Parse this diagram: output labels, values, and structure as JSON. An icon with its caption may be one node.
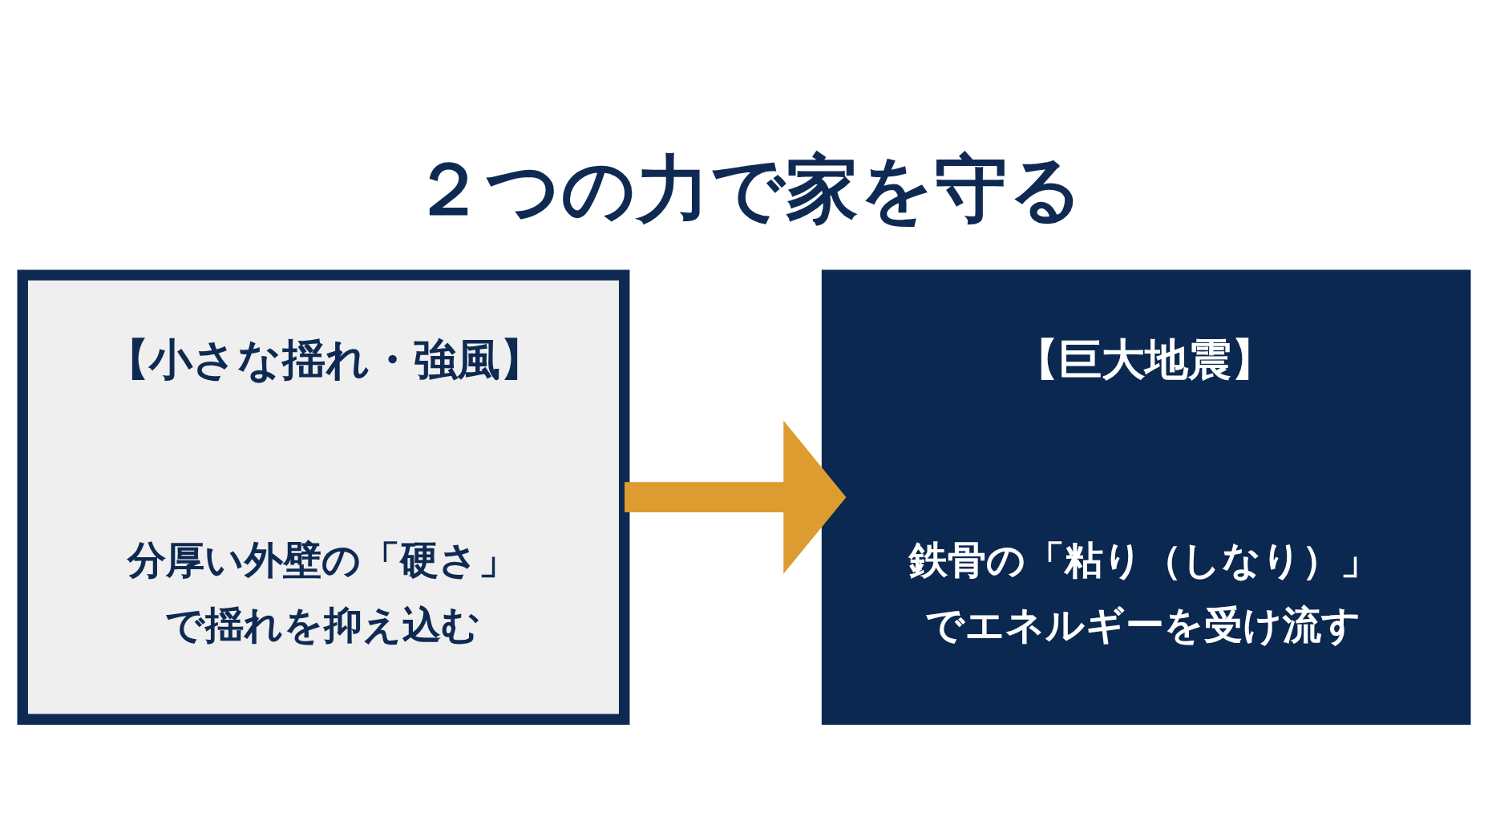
{
  "diagram": {
    "title": "２つの力で家を守る",
    "nodes": [
      {
        "text": [
          "【小さな揺れ・強風】",
          "分厚い外壁の「硬さ」で揺れを抑え込む"
        ]
      },
      {
        "text": [
          "【巨大地震】",
          "鉄骨の「粘り（しなり）」でエネルギーを受け流す"
        ]
      }
    ],
    "edges": [
      {
        "from": 0,
        "to": 1,
        "arrow": "to",
        "color": "#dd9c30"
      }
    ]
  }
}
